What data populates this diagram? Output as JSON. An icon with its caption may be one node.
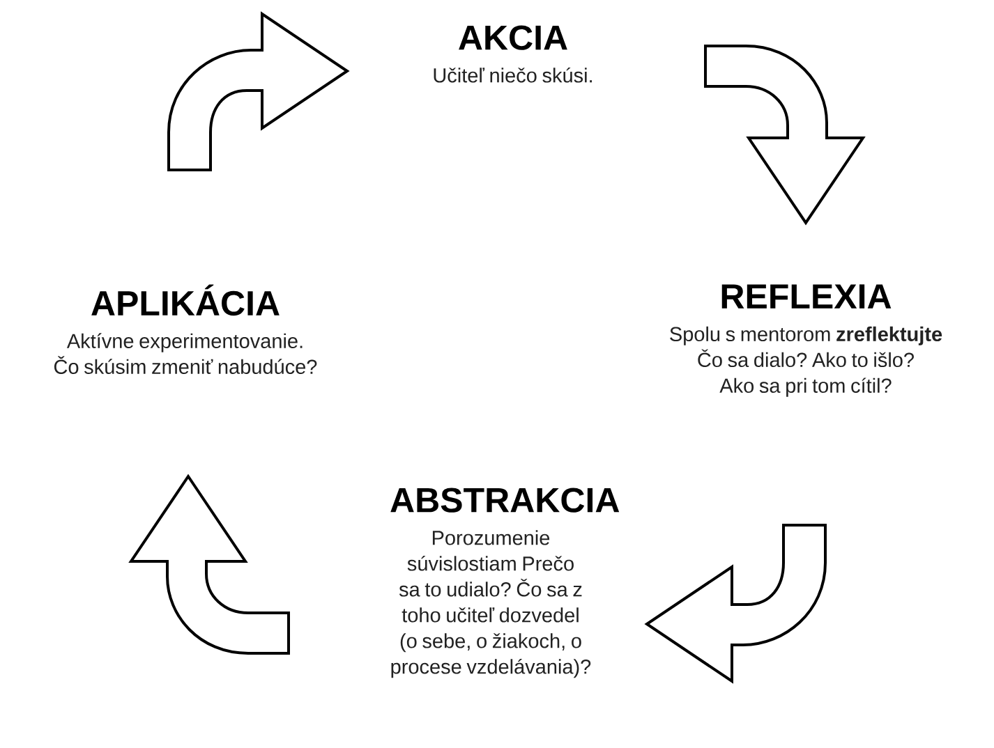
{
  "diagram": {
    "nodes": [
      {
        "text": [
          "AKCIA",
          "Učiteľ niečo skúsi."
        ]
      },
      {
        "text": [
          "APLIKÁCIA",
          "Aktívne experimentovanie. Čo skúsim zmeniť nabudúce?"
        ]
      },
      {
        "text": [
          "REFLEXIA",
          "Spolu s mentorom **zreflektujte** Čo sa dialo? Ako to išlo? Ako sa pri tom cítil?"
        ]
      },
      {
        "text": [
          "ABSTRAKCIA",
          "Porozumenie súvislostiam Prečo sa to udialo? Čo sa z toho učiteľ dozvedel (o sebe, o žiakoch, o procese vzdelávania)?"
        ]
      }
    ],
    "edges": [
      {
        "from": 0,
        "to": 2,
        "arrow": "to"
      },
      {
        "from": 2,
        "to": 3,
        "arrow": "to"
      },
      {
        "from": 3,
        "to": 1,
        "arrow": "to"
      },
      {
        "from": 1,
        "to": 0,
        "arrow": "to"
      }
    ]
  }
}
